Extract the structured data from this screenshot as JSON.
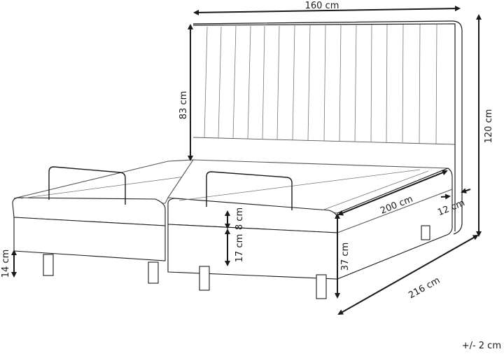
{
  "diagram": {
    "subject": "Double bed with upholstered headboard and two adjustable base halves",
    "colors": {
      "line": "#1a1a1a",
      "detail": "#555555",
      "background": "#ffffff"
    },
    "dimensions": {
      "headboard_width": "160 cm",
      "headboard_upper_height": "83 cm",
      "total_height": "120 cm",
      "length": "200 cm",
      "headboard_depth": "12 cm",
      "total_length": "216 cm",
      "mattress_top_thickness": "8 cm",
      "base_thickness": "17 cm",
      "bed_height": "37 cm",
      "leg_height": "14 cm"
    },
    "tolerance": "+/- 2 cm"
  }
}
